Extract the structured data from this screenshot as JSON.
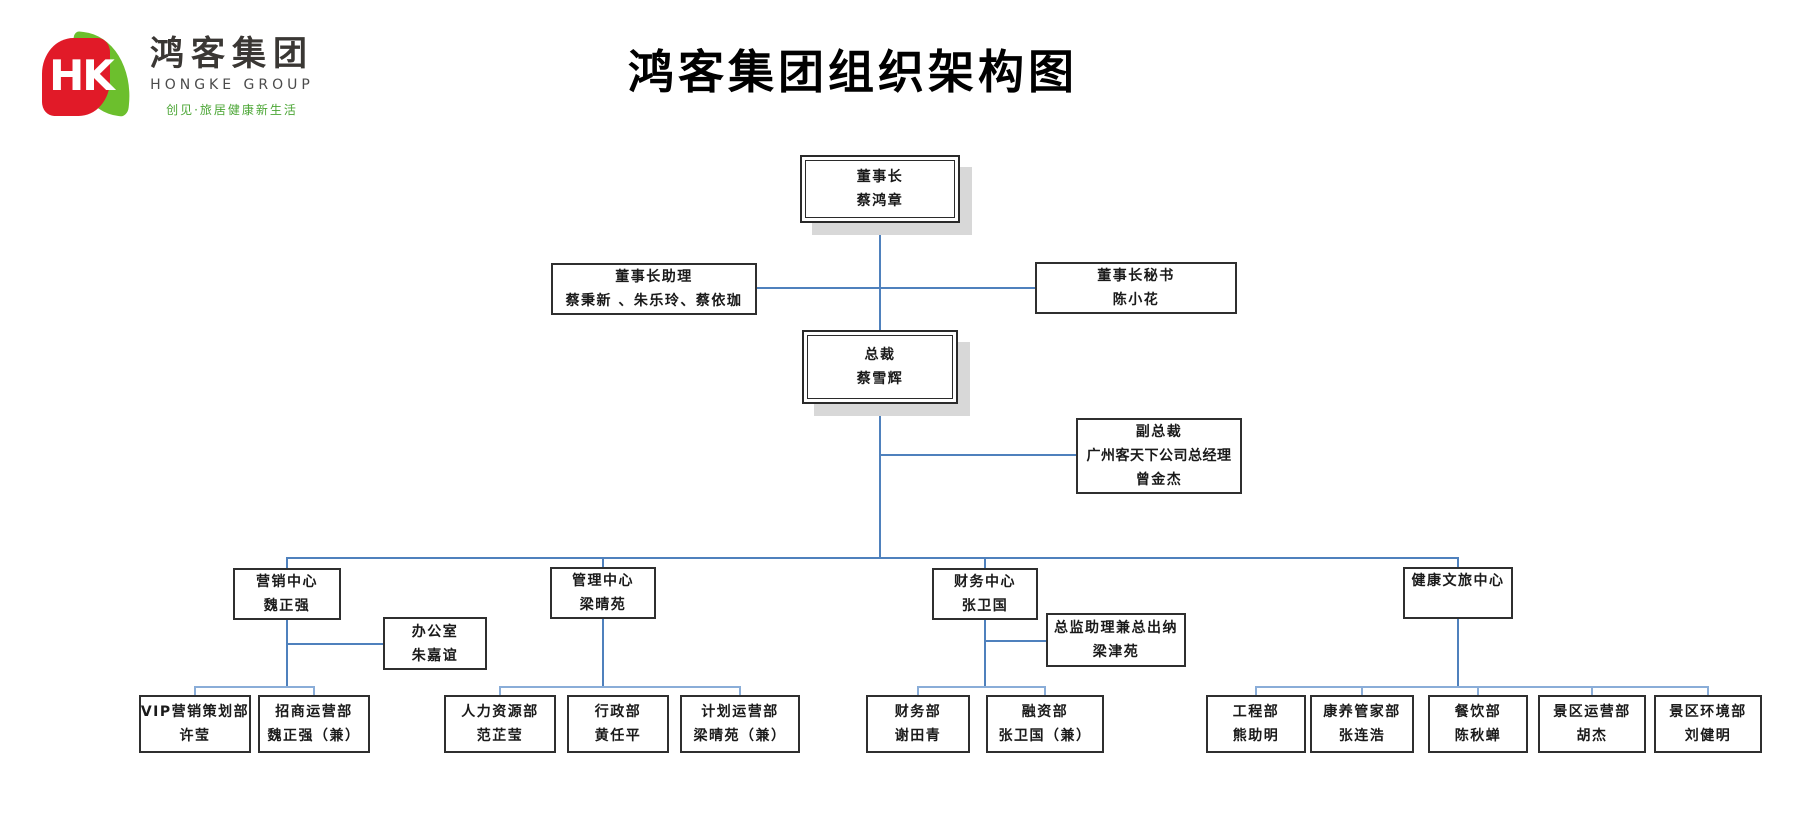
{
  "logo": {
    "monogram": "HK",
    "company_cn": "鸿客集团",
    "company_en": "HONGKE GROUP",
    "tagline": "创见·旅居健康新生活"
  },
  "title": "鸿客集团组织架构图",
  "colors": {
    "connector": "#4f81bd",
    "connector_light": "#8aadd8",
    "logo_red": "#e11a28",
    "logo_green": "#6cbf2d",
    "tagline_green": "#4ba635",
    "shadow": "#d8d8d8"
  },
  "nodes": {
    "chairman": {
      "title": "董事长",
      "name": "蔡鸿章"
    },
    "chairman_assistant": {
      "title": "董事长助理",
      "name": "蔡秉新 、朱乐玲、蔡依珈"
    },
    "chairman_secretary": {
      "title": "董事长秘书",
      "name": "陈小花"
    },
    "president": {
      "title": "总裁",
      "name": "蔡雪辉"
    },
    "vice_president": {
      "title": "副总裁",
      "subtitle": "广州客天下公司总经理",
      "name": "曾金杰"
    },
    "marketing_center": {
      "title": "营销中心",
      "name": "魏正强"
    },
    "office": {
      "title": "办公室",
      "name": "朱嘉谊"
    },
    "management_center": {
      "title": "管理中心",
      "name": "梁晴苑"
    },
    "finance_center": {
      "title": "财务中心",
      "name": "张卫国"
    },
    "treasurer": {
      "title": "总监助理兼总出纳",
      "name": "梁津苑"
    },
    "health_center": {
      "title": "健康文旅中心",
      "name": ""
    },
    "vip_marketing": {
      "title": "VIP营销策划部",
      "name": "许莹"
    },
    "investment": {
      "title": "招商运营部",
      "name": "魏正强（兼）"
    },
    "hr": {
      "title": "人力资源部",
      "name": "范芷莹"
    },
    "admin": {
      "title": "行政部",
      "name": "黄任平"
    },
    "planning": {
      "title": "计划运营部",
      "name": "梁晴苑（兼）"
    },
    "finance_dept": {
      "title": "财务部",
      "name": "谢田青"
    },
    "financing": {
      "title": "融资部",
      "name": "张卫国（兼）"
    },
    "engineering": {
      "title": "工程部",
      "name": "熊助明"
    },
    "wellness": {
      "title": "康养管家部",
      "name": "张连浩"
    },
    "catering": {
      "title": "餐饮部",
      "name": "陈秋蝉"
    },
    "scenic_ops": {
      "title": "景区运营部",
      "name": "胡杰"
    },
    "scenic_env": {
      "title": "景区环境部",
      "name": "刘健明"
    }
  }
}
